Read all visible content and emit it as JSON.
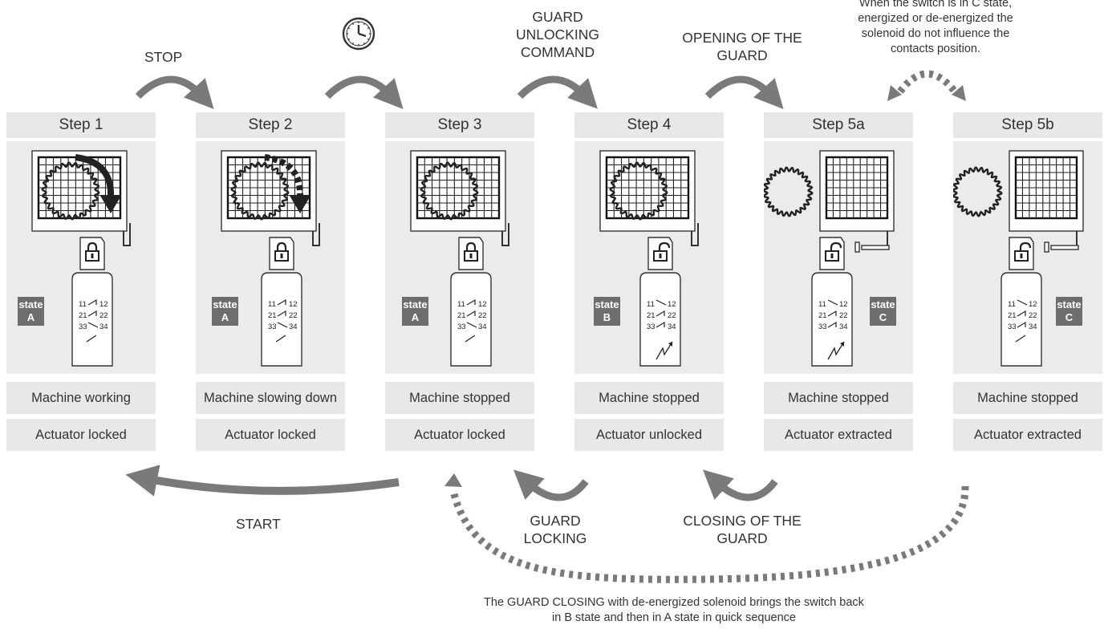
{
  "steps": [
    {
      "title": "Step 1",
      "machine": "Machine working",
      "actuator": "Actuator locked",
      "state_word": "state",
      "state_letter": "A"
    },
    {
      "title": "Step 2",
      "machine": "Machine slowing down",
      "actuator": "Actuator locked",
      "state_word": "state",
      "state_letter": "A"
    },
    {
      "title": "Step 3",
      "machine": "Machine stopped",
      "actuator": "Actuator locked",
      "state_word": "state",
      "state_letter": "A"
    },
    {
      "title": "Step 4",
      "machine": "Machine stopped",
      "actuator": "Actuator unlocked",
      "state_word": "state",
      "state_letter": "B"
    },
    {
      "title": "Step 5a",
      "machine": "Machine stopped",
      "actuator": "Actuator extracted",
      "state_word": "state",
      "state_letter": "C"
    },
    {
      "title": "Step 5b",
      "machine": "Machine stopped",
      "actuator": "Actuator extracted",
      "state_word": "state",
      "state_letter": "C"
    }
  ],
  "contacts": {
    "c11": "11",
    "c12": "12",
    "c21": "21",
    "c22": "22",
    "c33": "33",
    "c34": "34"
  },
  "transitions": {
    "stop": "STOP",
    "unlock_line1": "GUARD",
    "unlock_line2": "UNLOCKING",
    "unlock_line3": "COMMAND",
    "opening_line1": "OPENING OF THE",
    "opening_line2": "GUARD",
    "start": "START",
    "locking_line1": "GUARD",
    "locking_line2": "LOCKING",
    "closing_line1": "CLOSING OF THE",
    "closing_line2": "GUARD"
  },
  "notes": {
    "top_line1": "When the switch is in C state,",
    "top_line2": "energized or de-energized the",
    "top_line3": "solenoid do not influence the",
    "top_line4": "contacts position.",
    "bottom_line1": "The GUARD CLOSING with de-energized solenoid brings the switch back",
    "bottom_line2": "in B state and then in A state in quick sequence"
  },
  "icons": {
    "timer": "clock-icon",
    "lock": "padlock-icon",
    "unlock": "open-padlock-icon"
  },
  "colors": {
    "arrow": "#7a7a7a",
    "panel": "#ebebeb",
    "header": "#e8e8e8",
    "badge": "#6d6d6d"
  }
}
